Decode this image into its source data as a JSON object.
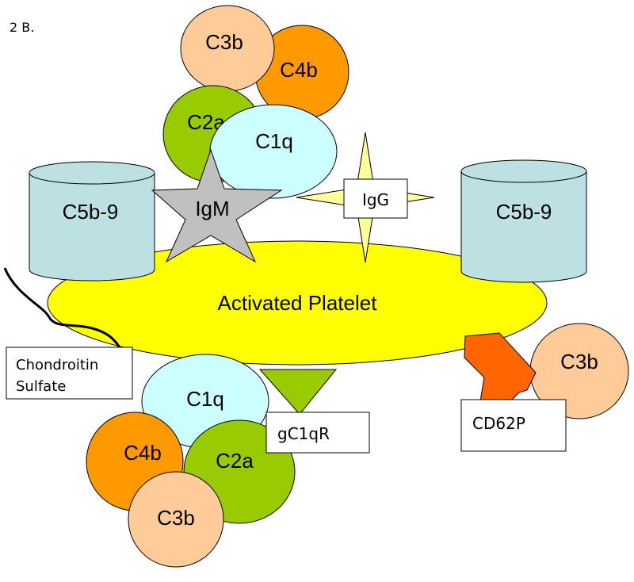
{
  "panel_label": "2 B.",
  "platelet": {
    "label": "Activated Platelet"
  },
  "mac_left": {
    "label": "C5b-9"
  },
  "mac_right": {
    "label": "C5b-9"
  },
  "top_complex": {
    "c3b": "C3b",
    "c4b": "C4b",
    "c2a": "C2a",
    "c1q": "C1q"
  },
  "igm": {
    "label": "IgM"
  },
  "igg": {
    "label": "IgG"
  },
  "chondroitin": {
    "line1": "Chondroitin",
    "line2": "Sulfate"
  },
  "bottom_complex": {
    "c1q": "C1q",
    "c4b": "C4b",
    "c2a": "C2a",
    "c3b": "C3b"
  },
  "gc1qr": {
    "label": "gC1qR"
  },
  "cd62p": {
    "label": "CD62P",
    "c3b": "C3b"
  },
  "colors": {
    "platelet": "#FFFF00",
    "cylinder": "#BDE0E3",
    "c3b": "#FFCC99",
    "c4b": "#FF9900",
    "c2a": "#99CC00",
    "c1q": "#CCFFFF",
    "igm": "#C0C0C0",
    "igg": "#FFFF99",
    "cd62p": "#FF6600"
  }
}
